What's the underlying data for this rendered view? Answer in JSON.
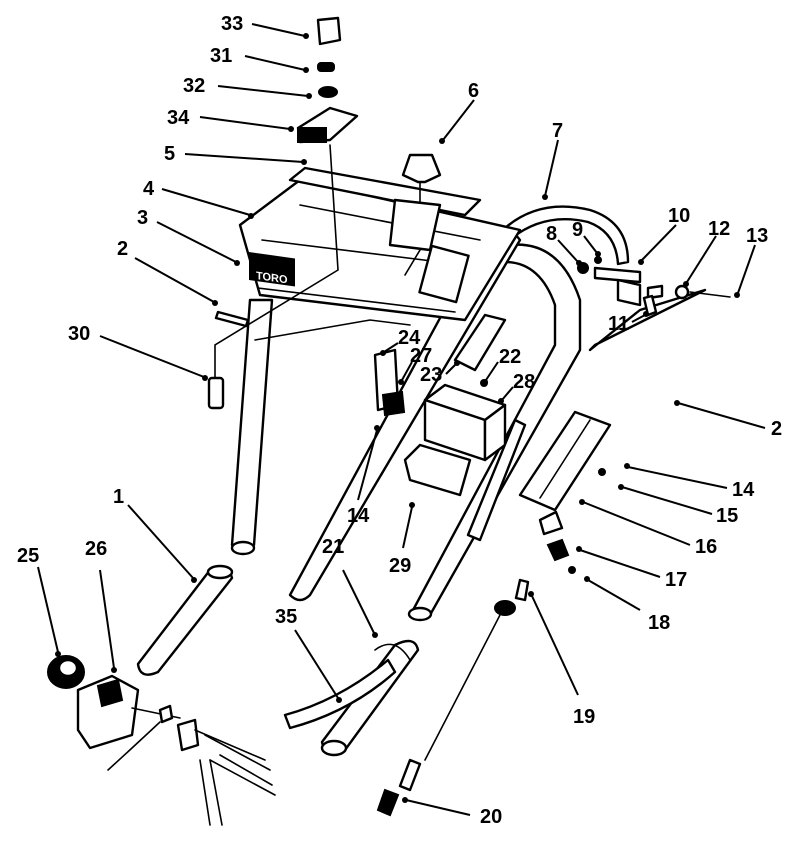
{
  "colors": {
    "ink": "#000000",
    "paper": "#ffffff"
  },
  "decal_text": "TORO",
  "callouts": [
    {
      "id": "33",
      "label": "33"
    },
    {
      "id": "31",
      "label": "31"
    },
    {
      "id": "32",
      "label": "32"
    },
    {
      "id": "34",
      "label": "34"
    },
    {
      "id": "6",
      "label": "6"
    },
    {
      "id": "5",
      "label": "5"
    },
    {
      "id": "7",
      "label": "7"
    },
    {
      "id": "4",
      "label": "4"
    },
    {
      "id": "3",
      "label": "3"
    },
    {
      "id": "10",
      "label": "10"
    },
    {
      "id": "8",
      "label": "8"
    },
    {
      "id": "9",
      "label": "9"
    },
    {
      "id": "12",
      "label": "12"
    },
    {
      "id": "13",
      "label": "13"
    },
    {
      "id": "2a",
      "label": "2"
    },
    {
      "id": "11",
      "label": "11"
    },
    {
      "id": "30",
      "label": "30"
    },
    {
      "id": "24",
      "label": "24"
    },
    {
      "id": "27",
      "label": "27"
    },
    {
      "id": "22",
      "label": "22"
    },
    {
      "id": "23",
      "label": "23"
    },
    {
      "id": "28",
      "label": "28"
    },
    {
      "id": "2b",
      "label": "2"
    },
    {
      "id": "14a",
      "label": "14"
    },
    {
      "id": "14b",
      "label": "14"
    },
    {
      "id": "15",
      "label": "15"
    },
    {
      "id": "16",
      "label": "16"
    },
    {
      "id": "1",
      "label": "1"
    },
    {
      "id": "29",
      "label": "29"
    },
    {
      "id": "17",
      "label": "17"
    },
    {
      "id": "18",
      "label": "18"
    },
    {
      "id": "21",
      "label": "21"
    },
    {
      "id": "25",
      "label": "25"
    },
    {
      "id": "26",
      "label": "26"
    },
    {
      "id": "35",
      "label": "35"
    },
    {
      "id": "19",
      "label": "19"
    },
    {
      "id": "20",
      "label": "20"
    }
  ]
}
